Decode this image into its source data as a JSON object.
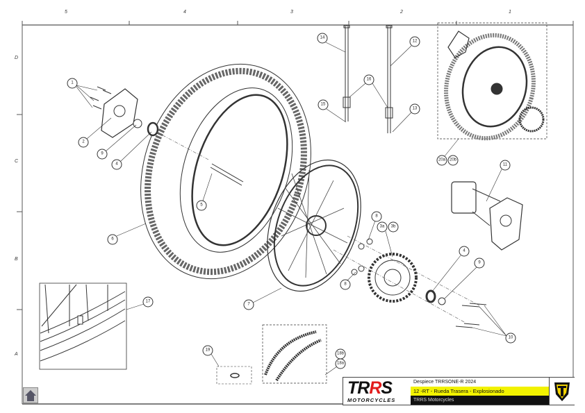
{
  "zones": {
    "columns": [
      "5",
      "4",
      "3",
      "2",
      "1"
    ],
    "rows": [
      "D",
      "C",
      "B",
      "A"
    ]
  },
  "callouts": [
    "1",
    "2",
    "9",
    "4",
    "5",
    "6",
    "7",
    "8",
    "8",
    "3a",
    "3b",
    "4",
    "9",
    "10",
    "11",
    "12",
    "13",
    "14",
    "15",
    "16",
    "17",
    "18a",
    "18b",
    "19",
    "20a",
    "20b"
  ],
  "title_block": {
    "logo_main": "TRRS",
    "logo_sub": "MOTORCYCLES",
    "document": "Despiece TRRSONE-R  2024",
    "title": "12 -RT - Rueda Trasera - Explosionado",
    "company": "TRRS Motorcycles"
  },
  "colors": {
    "title_highlight": "#f2f200",
    "logo_red": "#e21c1c"
  },
  "home_button": "home-icon"
}
